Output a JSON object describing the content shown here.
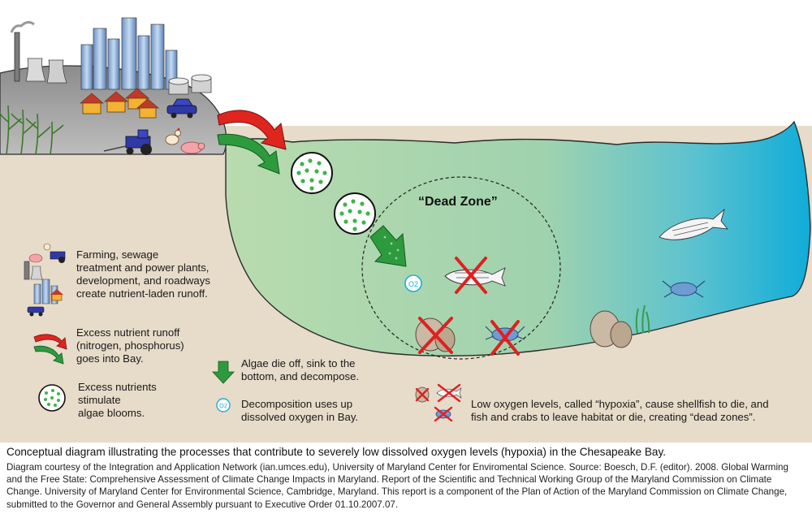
{
  "diagram": {
    "dead_zone_label": "“Dead Zone”",
    "legend": {
      "runoff_sources": "Farming, sewage treatment and power plants, development, and roadways create nutrient-laden runoff.",
      "runoff_sources_lines": [
        "Farming, sewage",
        "treatment and power plants,",
        "development, and roadways",
        "create nutrient-laden runoff."
      ],
      "nutrient_runoff_lines": [
        "Excess nutrient runoff",
        "(nitrogen, phosphorus)",
        "goes into Bay."
      ],
      "algae_bloom_lines": [
        "Excess nutrients",
        "stimulate",
        "algae blooms."
      ],
      "algae_die_lines": [
        "Algae die off, sink to the",
        "bottom, and decompose."
      ],
      "decomposition_lines": [
        "Decomposition uses up",
        "dissolved oxygen in Bay."
      ],
      "hypoxia_lines": [
        "Low oxygen levels, called “hypoxia”, cause shellfish to die, and",
        "fish and crabs to leave habitat or die, creating “dead zones”."
      ]
    },
    "o2_symbol": "O2",
    "colors": {
      "sediment": "#e7dbc9",
      "water_green": "#b5d8aa",
      "water_blue": "#1ab0d8",
      "runoff_red": "#e0251f",
      "runoff_green": "#2e9a3e",
      "algae_green": "#3cb54a",
      "dead_marker": "#e02020",
      "city_blue": "#8fb4de"
    }
  },
  "caption": {
    "title": "Conceptual diagram illustrating the processes that contribute to severely low dissolved oxygen levels (hypoxia) in the Chesapeake Bay.",
    "credit": "Diagram courtesy of the Integration and Application Network (ian.umces.edu), University of Maryland Center for Enviromental Science. Source: Boesch, D.F. (editor). 2008. Global Warming and the Free State: Comprehensive Assessment of Climate Change Impacts in Maryland. Report of the Scientific and Technical Working Group of the Maryland Commission on Climate Change. University of Maryland Center for Environmental Science, Cambridge, Maryland. This report is a component of the Plan of Action of the Maryland Commission on Climate Change, submitted to the Governor and General Assembly pursuant to Executive Order 01.10.2007.07."
  }
}
